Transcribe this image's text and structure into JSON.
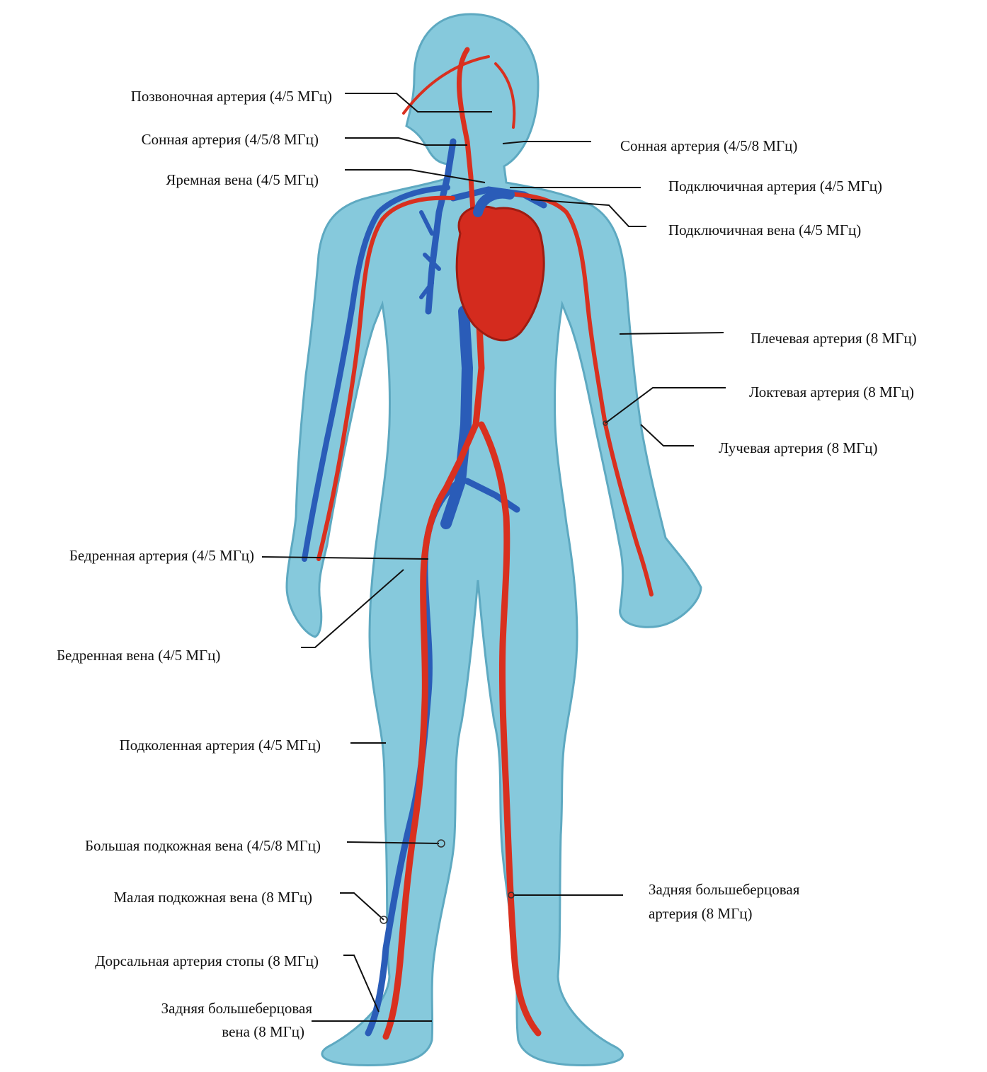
{
  "colors": {
    "body": "#86c9dc",
    "body_edge": "#5ea9c1",
    "artery": "#d9301f",
    "vein": "#2a5cb8",
    "heart": "#d42b1e",
    "leader": "#111111",
    "text": "#111111"
  },
  "labels": {
    "vertebral_artery": "Позвоночная артерия (4/5 МГц)",
    "carotid_artery_left": "Сонная  артерия  (4/5/8 МГц)",
    "jugular_vein": "Яремная вена (4/5 МГц)",
    "carotid_artery_right": "Сонная артерия (4/5/8 МГц)",
    "subclavian_artery": "Подключичная артерия (4/5 МГц)",
    "subclavian_vein": "Подключичная вена (4/5 МГц)",
    "brachial_artery": "Плечевая артерия (8 МГц)",
    "ulnar_artery": "Локтевая артерия (8 МГц)",
    "radial_artery": "Лучевая артерия (8 МГц)",
    "femoral_artery": "Бедренная артерия (4/5 МГц)",
    "femoral_vein": "Бедренная вена (4/5 МГц)",
    "popliteal_artery": "Подколенная артерия (4/5 МГц)",
    "great_saphenous_vein": "Большая подкожная вена (4/5/8 МГц)",
    "small_saphenous_vein": "Малая подкожная вена (8 МГц)",
    "dorsal_pedal_artery": "Дорсальная артерия стопы (8 МГц)",
    "posterior_tibial_vein_line1": "Задняя большеберцовая",
    "posterior_tibial_vein_line2": "вена (8 МГц)",
    "posterior_tibial_artery_line1": "Задняя большеберцовая",
    "posterior_tibial_artery_line2": "артерия (8 МГц)"
  }
}
